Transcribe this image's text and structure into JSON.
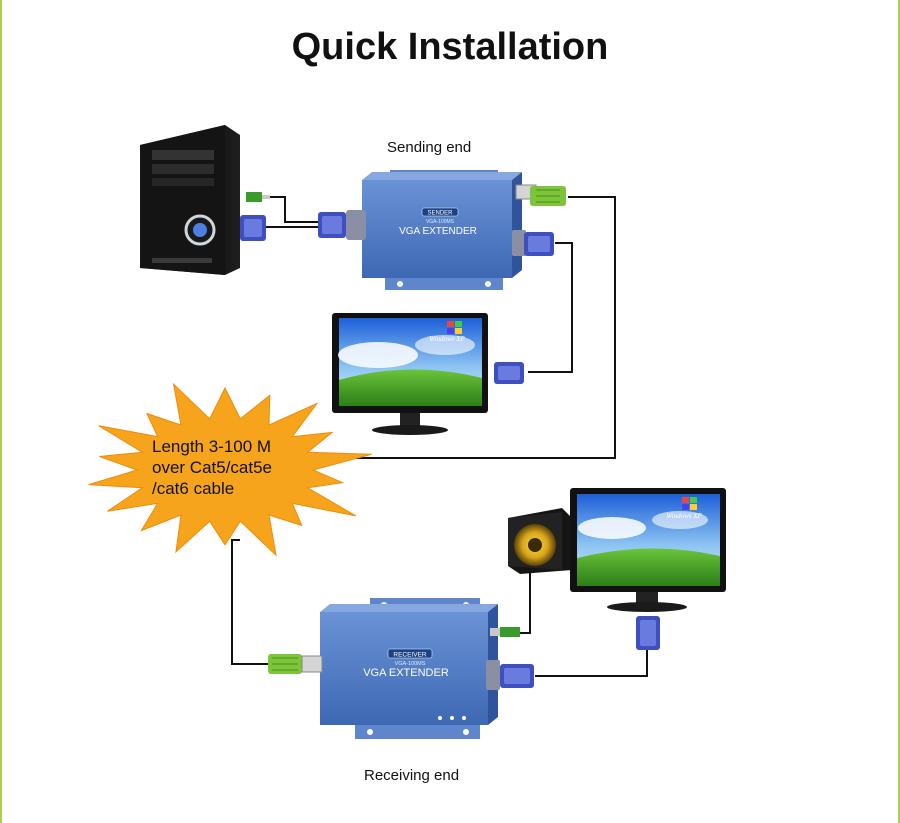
{
  "title": "Quick Installation",
  "labels": {
    "sending_end": "Sending end",
    "receiving_end": "Receiving end"
  },
  "callout": {
    "lines": [
      "Length 3-100 M",
      "over Cat5/cat5e",
      "/cat6 cable"
    ]
  },
  "sender_box": {
    "badge": "SENDER",
    "model": "VGA-100MS",
    "name": "VGA EXTENDER"
  },
  "receiver_box": {
    "badge": "RECEIVER",
    "model": "VGA-100MS",
    "name": "VGA EXTENDER"
  },
  "monitor_brand": "Windows XP",
  "colors": {
    "frame": "#a9d24a",
    "extender_blue": "#4d79c3",
    "callout_orange": "#f6a41b",
    "rj45_green": "#7cc43a",
    "vga_blue": "#3f4fbf"
  }
}
